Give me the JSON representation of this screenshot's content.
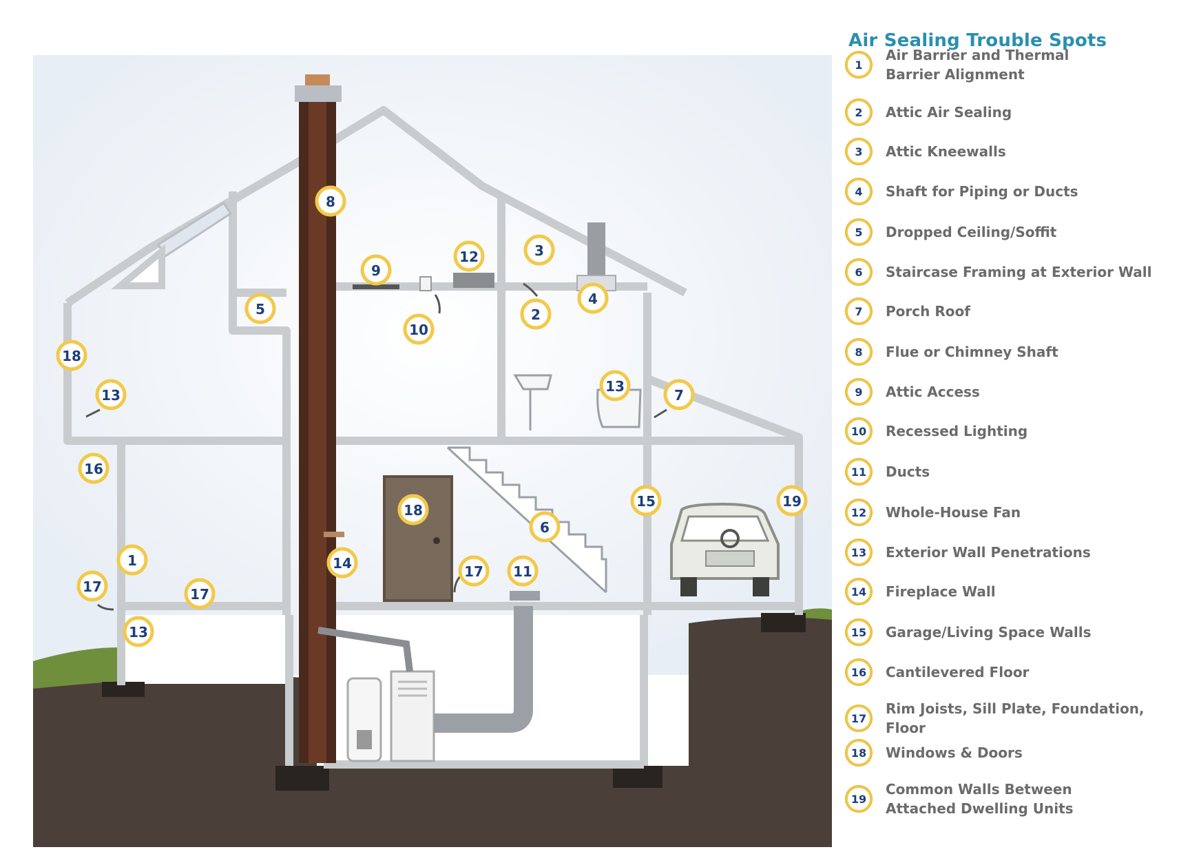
{
  "title": "Air Sealing Trouble Spots",
  "legend": [
    {
      "num": "1",
      "label": "Air Barrier and Thermal\nBarrier Alignment"
    },
    {
      "num": "2",
      "label": "Attic Air Sealing"
    },
    {
      "num": "3",
      "label": "Attic Kneewalls"
    },
    {
      "num": "4",
      "label": "Shaft for Piping or Ducts"
    },
    {
      "num": "5",
      "label": "Dropped Ceiling/Soffit"
    },
    {
      "num": "6",
      "label": "Staircase Framing at Exterior Wall"
    },
    {
      "num": "7",
      "label": "Porch Roof"
    },
    {
      "num": "8",
      "label": "Flue or Chimney Shaft"
    },
    {
      "num": "9",
      "label": "Attic Access"
    },
    {
      "num": "10",
      "label": "Recessed Lighting"
    },
    {
      "num": "11",
      "label": "Ducts"
    },
    {
      "num": "12",
      "label": "Whole-House Fan"
    },
    {
      "num": "13",
      "label": "Exterior Wall Penetrations"
    },
    {
      "num": "14",
      "label": "Fireplace Wall"
    },
    {
      "num": "15",
      "label": "Garage/Living Space Walls"
    },
    {
      "num": "16",
      "label": "Cantilevered Floor"
    },
    {
      "num": "17",
      "label": "Rim Joists, Sill Plate, Foundation, Floor"
    },
    {
      "num": "18",
      "label": "Windows & Doors"
    },
    {
      "num": "19",
      "label": "Common Walls Between\nAttached Dwelling Units"
    }
  ],
  "callouts": [
    "8",
    "9",
    "12",
    "3",
    "5",
    "10",
    "2",
    "4",
    "18",
    "13",
    "13",
    "7",
    "16",
    "15",
    "19",
    "18",
    "6",
    "1",
    "14",
    "17",
    "11",
    "17",
    "17",
    "13"
  ],
  "colors": {
    "title": "#2a8fb0",
    "badge_ring": "#f2c94a",
    "badge_text": "#1c3f7a",
    "ground": "#4a4039",
    "grass": "#6f8f3c",
    "frame": "#c9cccf",
    "chimney": "#4b2a1e",
    "door": "#7a6a5c"
  }
}
